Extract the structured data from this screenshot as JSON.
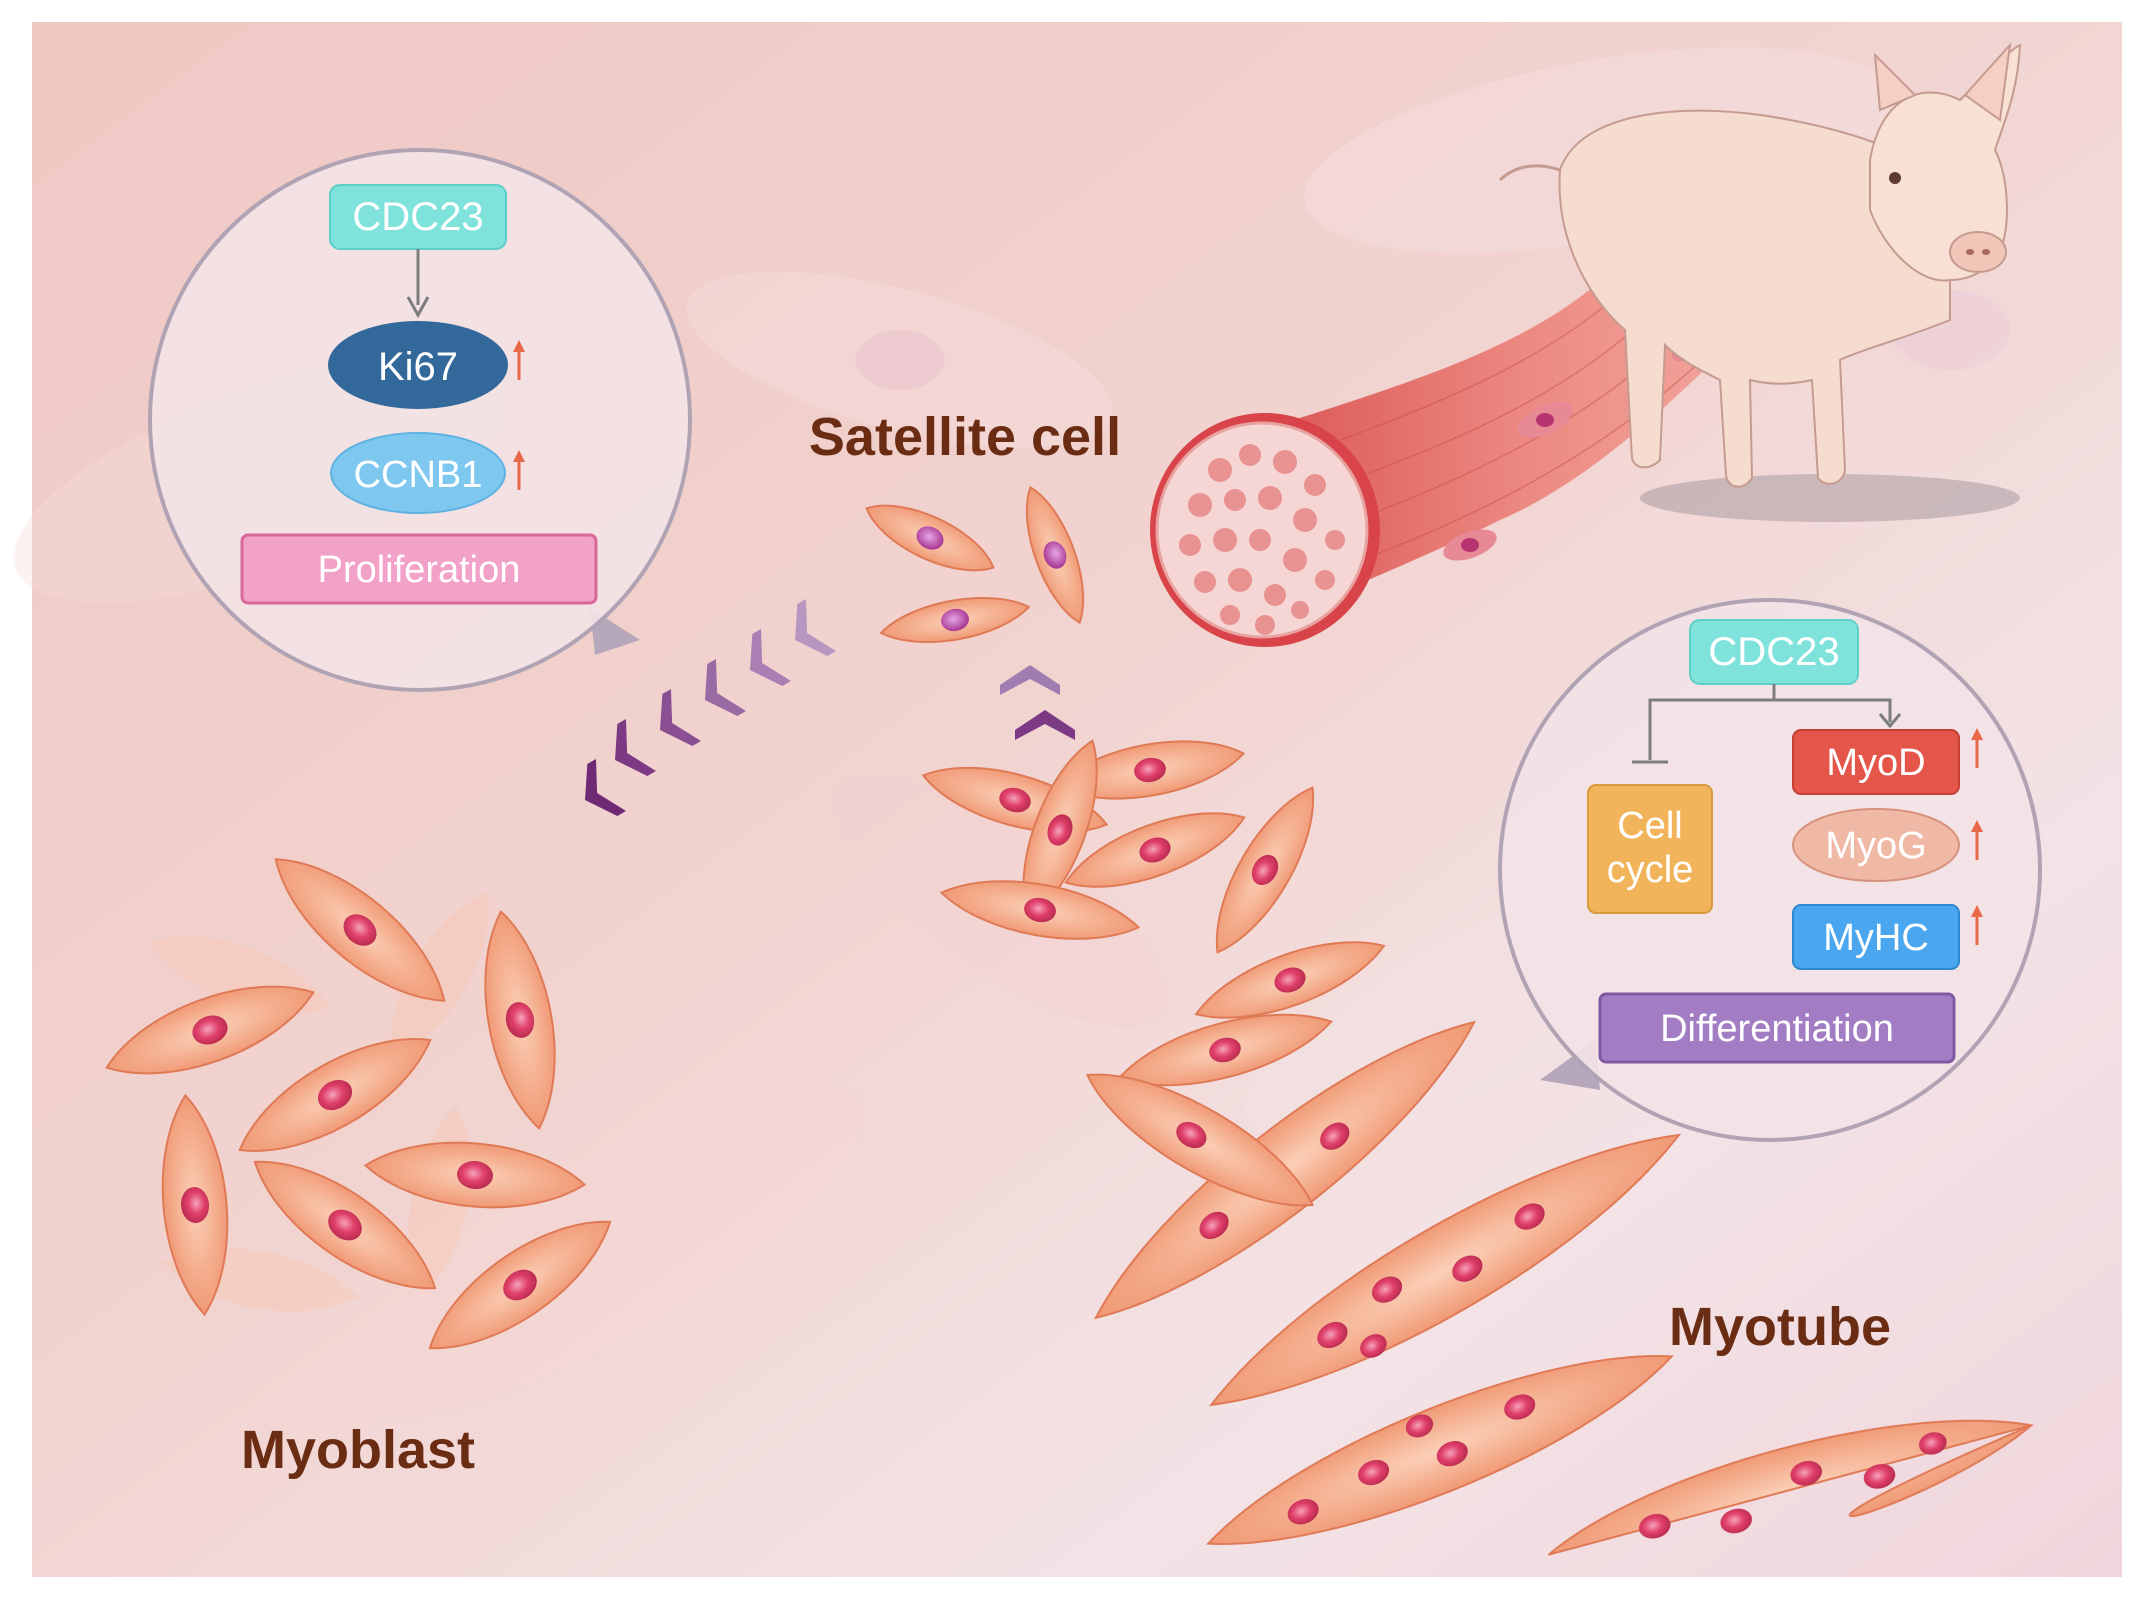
{
  "labels": {
    "satellite_cell": "Satellite cell",
    "myoblast": "Myoblast",
    "myotube": "Myotube"
  },
  "proliferation_panel": {
    "cdc23": "CDC23",
    "ki67": "Ki67",
    "ccnb1": "CCNB1",
    "outcome": "Proliferation"
  },
  "differentiation_panel": {
    "cdc23": "CDC23",
    "cell_cycle_line1": "Cell",
    "cell_cycle_line2": "cycle",
    "myod": "MyoD",
    "myog": "MyoG",
    "myhc": "MyHC",
    "outcome": "Differentiation"
  },
  "colors": {
    "label_brown": "#6b2c14",
    "cdc23_fill": "#7fe3dc",
    "ki67_fill": "#33689a",
    "ccnb1_fill": "#7ec8f0",
    "proliferation_fill": "#f2a2c8",
    "myod_fill": "#e4564a",
    "myog_fill": "#f0b9a6",
    "myhc_fill": "#4aa6ef",
    "cell_cycle_fill": "#f1b45a",
    "differentiation_fill": "#a27dc4",
    "up_arrow": "#e8684a",
    "chevron": "#7b2a78",
    "cell_body": "#f3a07c",
    "nucleus": "#e03a62"
  },
  "icons": [
    "pig-illustration",
    "muscle-fiber-bundle",
    "up-arrow-icon",
    "chevron-arrow-icon"
  ]
}
